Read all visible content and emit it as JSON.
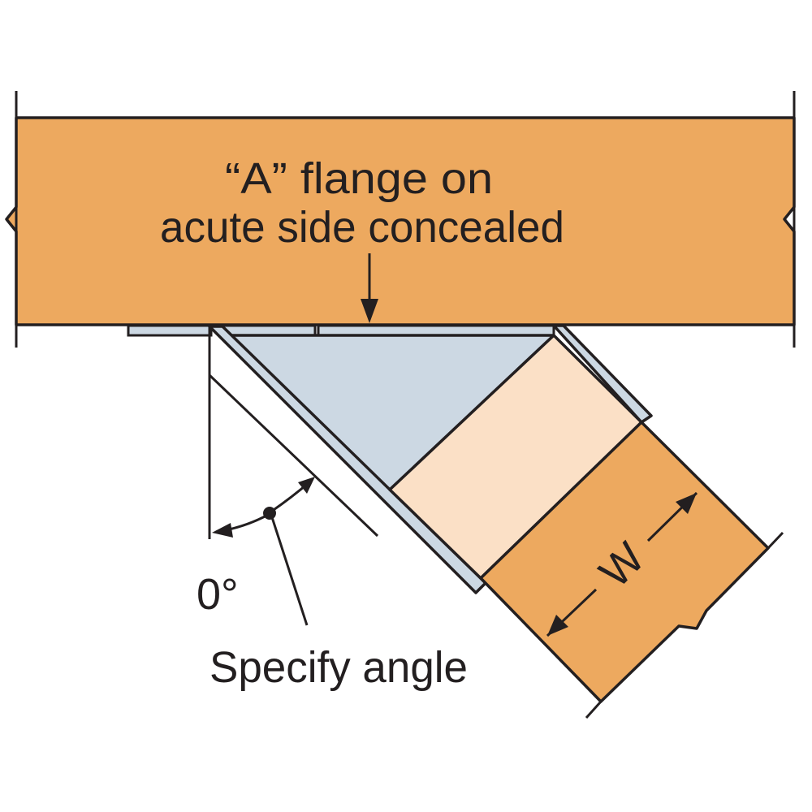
{
  "labels": {
    "flange_line1": "“A” flange on",
    "flange_line2": "acute side concealed",
    "zero_angle": "0°",
    "specify_angle": "Specify angle",
    "width": "W"
  },
  "colors": {
    "wood": "#eda95f",
    "wood_light": "#fbe0c6",
    "hanger_metal": "#ccd8e3",
    "outline": "#231f20",
    "background": "#ffffff"
  }
}
